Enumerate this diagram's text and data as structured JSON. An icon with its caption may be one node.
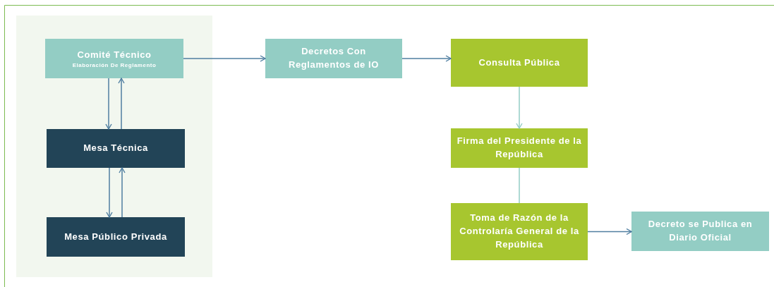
{
  "diagram": {
    "nodes": [
      {
        "text": [],
        "shape": "box"
      },
      {
        "text": [
          "Comité Técnico",
          "Elaboración De Reglamento"
        ],
        "in": 0
      },
      {
        "text": [
          "Mesa Técnica"
        ],
        "in": 0
      },
      {
        "text": [
          "Mesa Público Privada"
        ],
        "in": 0
      },
      {
        "text": [
          "Decretos Con Reglamentos de IO"
        ]
      },
      {
        "text": [
          "Consulta Pública"
        ]
      },
      {
        "text": [
          "Firma del Presidente de la República"
        ]
      },
      {
        "text": [
          "Toma de Razón de la Controlaría General de la República"
        ]
      },
      {
        "text": [
          "Decreto se Publica en Diario Oficial"
        ]
      }
    ],
    "edges": [
      {
        "from": 1,
        "to": 2,
        "arrow": "to"
      },
      {
        "from": 2,
        "to": 1,
        "arrow": "to"
      },
      {
        "from": 2,
        "to": 3,
        "arrow": "to"
      },
      {
        "from": 3,
        "to": 2,
        "arrow": "to"
      },
      {
        "from": 1,
        "to": 4,
        "arrow": "to"
      },
      {
        "from": 4,
        "to": 5,
        "arrow": "to"
      },
      {
        "from": 5,
        "to": 6,
        "arrow": "to",
        "color": "#93cdc4"
      },
      {
        "from": 6,
        "to": 7,
        "arrow": "none",
        "color": "#93cdc4"
      },
      {
        "from": 7,
        "to": 8,
        "arrow": "to"
      }
    ]
  }
}
